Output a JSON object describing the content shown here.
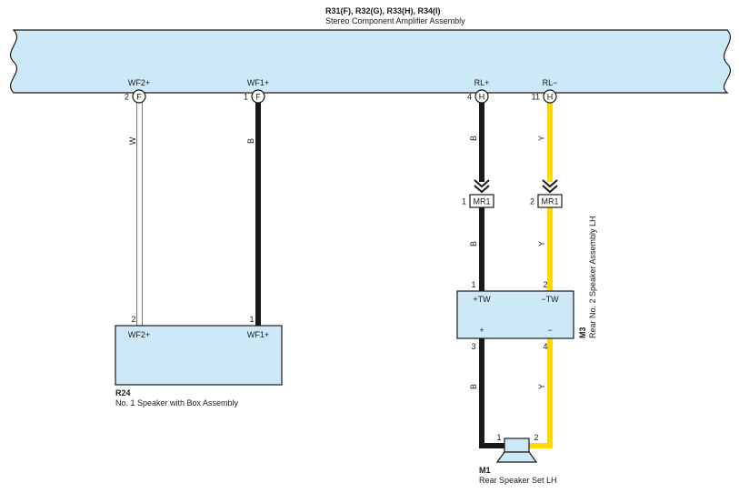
{
  "amplifier": {
    "code": "R31(F), R32(G), R33(H), R34(I)",
    "name": "Stereo Component Amplifier Assembly",
    "terminals": [
      {
        "label": "WF2+",
        "pin": "2",
        "conn": "F"
      },
      {
        "label": "WF1+",
        "pin": "1",
        "conn": "F"
      },
      {
        "label": "RL+",
        "pin": "4",
        "conn": "H"
      },
      {
        "label": "RL−",
        "pin": "11",
        "conn": "H"
      }
    ]
  },
  "wires": {
    "wf2_color": "W",
    "wf1_color": "B",
    "rlp_color": "B",
    "rlm_color": "Y"
  },
  "junction": {
    "left": {
      "pin": "1",
      "name": "MR1"
    },
    "right": {
      "pin": "2",
      "name": "MR1"
    }
  },
  "speaker_r24": {
    "code": "R24",
    "name": "No.  1 Speaker with Box Assembly",
    "pins": [
      "2",
      "1"
    ],
    "labels": [
      "WF2+",
      "WF1+"
    ]
  },
  "speaker_m3": {
    "code": "M3",
    "name": "Rear No.  2 Speaker Assembly LH",
    "pins_top": [
      "1",
      "2"
    ],
    "labels_top": [
      "+TW",
      "−TW"
    ],
    "labels_bottom": [
      "+",
      "−"
    ],
    "pins_bottom": [
      "3",
      "4"
    ]
  },
  "speaker_m1": {
    "code": "M1",
    "name": "Rear Speaker Set LH",
    "pins": [
      "1",
      "2"
    ]
  },
  "colors": {
    "box_fill": "#cde8f6",
    "black_wire": "#1a1a1a",
    "yellow_wire": "#ffd800",
    "white_wire": "#ffffff"
  }
}
